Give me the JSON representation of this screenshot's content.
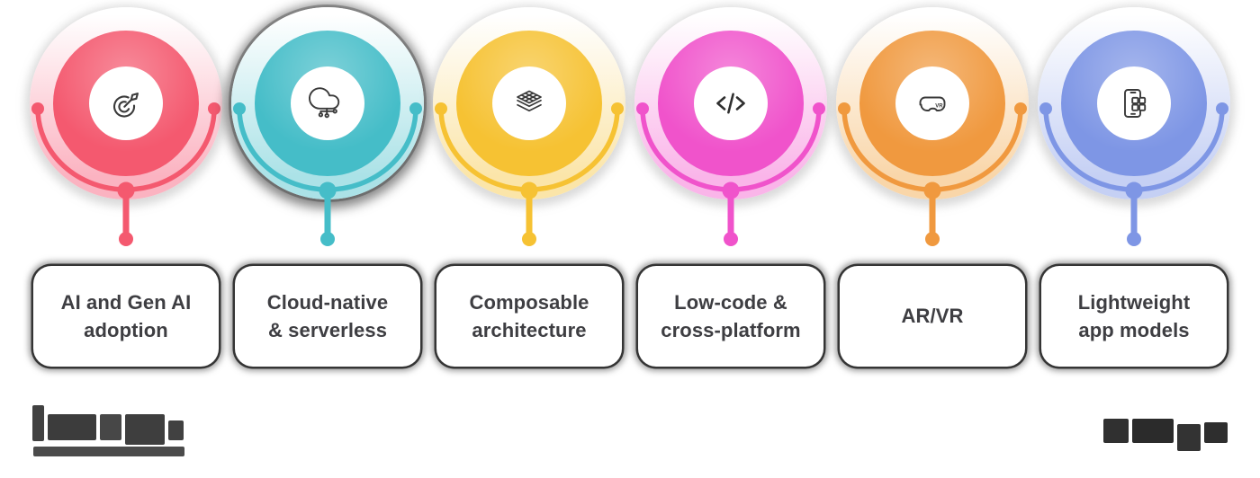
{
  "infographic": {
    "items": [
      {
        "label": "AI and Gen AI\nadoption",
        "color": "#F4596F",
        "halo_color": "#FBB3C1",
        "icon": "target-arrow-icon",
        "highlighted": false
      },
      {
        "label": "Cloud-native\n& serverless",
        "color": "#45BDC8",
        "halo_color": "#ABE2E7",
        "icon": "cloud-network-icon",
        "highlighted": true
      },
      {
        "label": "Composable\narchitecture",
        "color": "#F6C233",
        "halo_color": "#FBE5A9",
        "icon": "stacked-layers-icon",
        "highlighted": false
      },
      {
        "label": "Low-code &\ncross-platform",
        "color": "#F053CB",
        "halo_color": "#FAB5E9",
        "icon": "code-brackets-icon",
        "highlighted": false
      },
      {
        "label": "AR/VR",
        "color": "#F0993F",
        "halo_color": "#F9D6A9",
        "icon": "vr-headset-icon",
        "highlighted": false
      },
      {
        "label": "Lightweight\napp models",
        "color": "#7E96E5",
        "halo_color": "#C5D0F4",
        "icon": "smartphone-apps-icon",
        "highlighted": false
      }
    ],
    "vr_badge_text": "VR",
    "footer": {
      "left_logo_text": "",
      "right_logo_text": "",
      "note": "both footer logos are pixelated and illegible in the source image"
    }
  }
}
